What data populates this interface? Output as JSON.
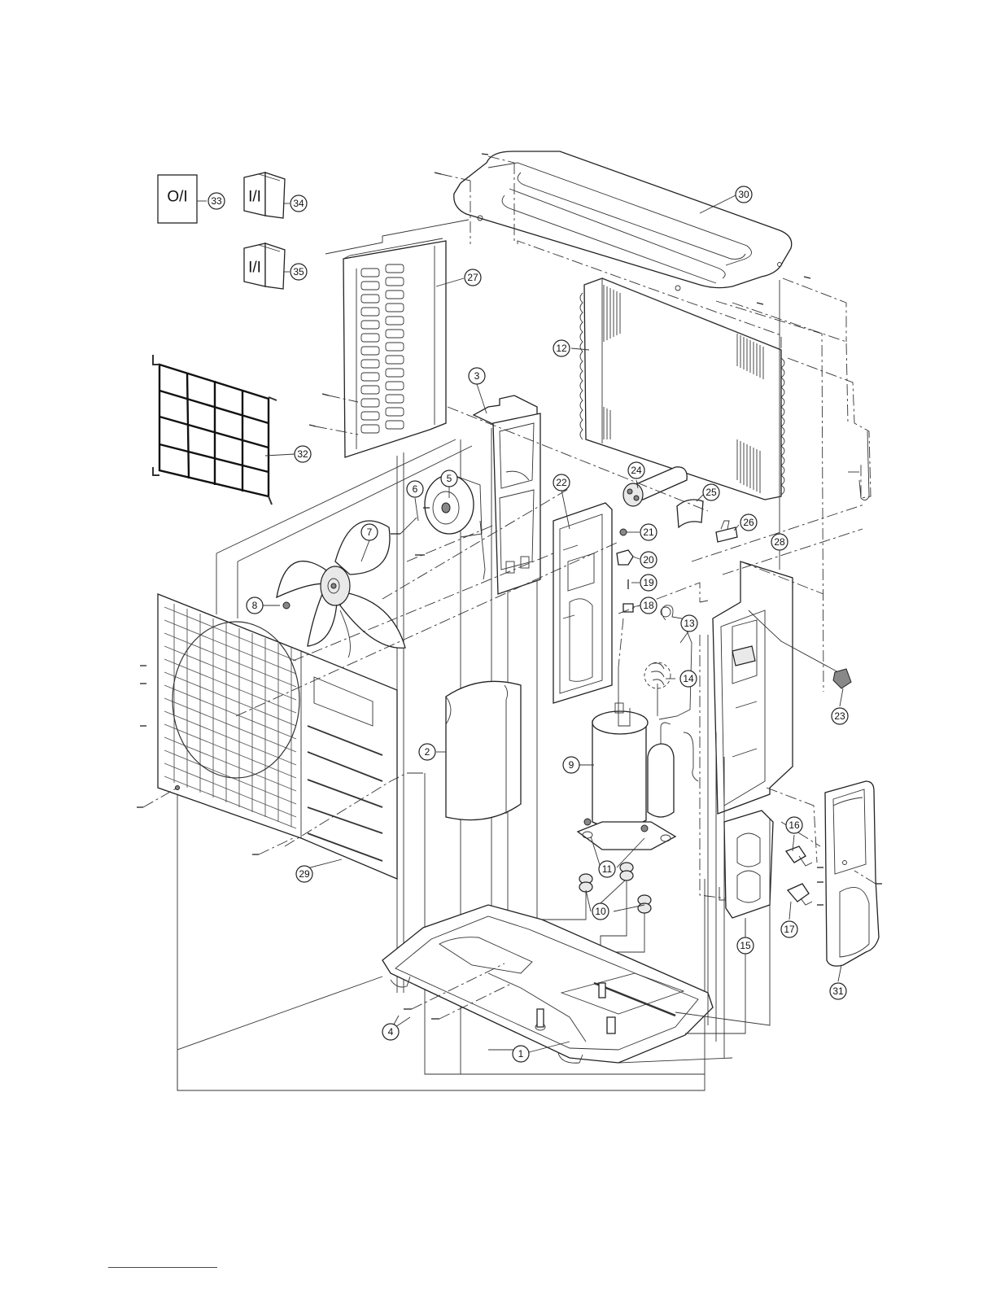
{
  "documents": {
    "doc_33": {
      "text": "O/I",
      "number": "33"
    },
    "doc_34": {
      "text": "I/I",
      "number": "34"
    },
    "doc_35": {
      "text": "I/I",
      "number": "35"
    }
  },
  "callouts": [
    {
      "id": "c1",
      "number": "1"
    },
    {
      "id": "c2",
      "number": "2"
    },
    {
      "id": "c3",
      "number": "3"
    },
    {
      "id": "c4",
      "number": "4"
    },
    {
      "id": "c5",
      "number": "5"
    },
    {
      "id": "c6",
      "number": "6"
    },
    {
      "id": "c7",
      "number": "7"
    },
    {
      "id": "c8",
      "number": "8"
    },
    {
      "id": "c9",
      "number": "9"
    },
    {
      "id": "c10",
      "number": "10"
    },
    {
      "id": "c11",
      "number": "11"
    },
    {
      "id": "c12",
      "number": "12"
    },
    {
      "id": "c13",
      "number": "13"
    },
    {
      "id": "c14",
      "number": "14"
    },
    {
      "id": "c15",
      "number": "15"
    },
    {
      "id": "c16",
      "number": "16"
    },
    {
      "id": "c17",
      "number": "17"
    },
    {
      "id": "c18",
      "number": "18"
    },
    {
      "id": "c19",
      "number": "19"
    },
    {
      "id": "c20",
      "number": "20"
    },
    {
      "id": "c21",
      "number": "21"
    },
    {
      "id": "c22",
      "number": "22"
    },
    {
      "id": "c23",
      "number": "23"
    },
    {
      "id": "c24",
      "number": "24"
    },
    {
      "id": "c25",
      "number": "25"
    },
    {
      "id": "c26",
      "number": "26"
    },
    {
      "id": "c27",
      "number": "27"
    },
    {
      "id": "c28",
      "number": "28"
    },
    {
      "id": "c29",
      "number": "29"
    },
    {
      "id": "c30",
      "number": "30"
    },
    {
      "id": "c31",
      "number": "31"
    },
    {
      "id": "c32",
      "number": "32"
    }
  ]
}
